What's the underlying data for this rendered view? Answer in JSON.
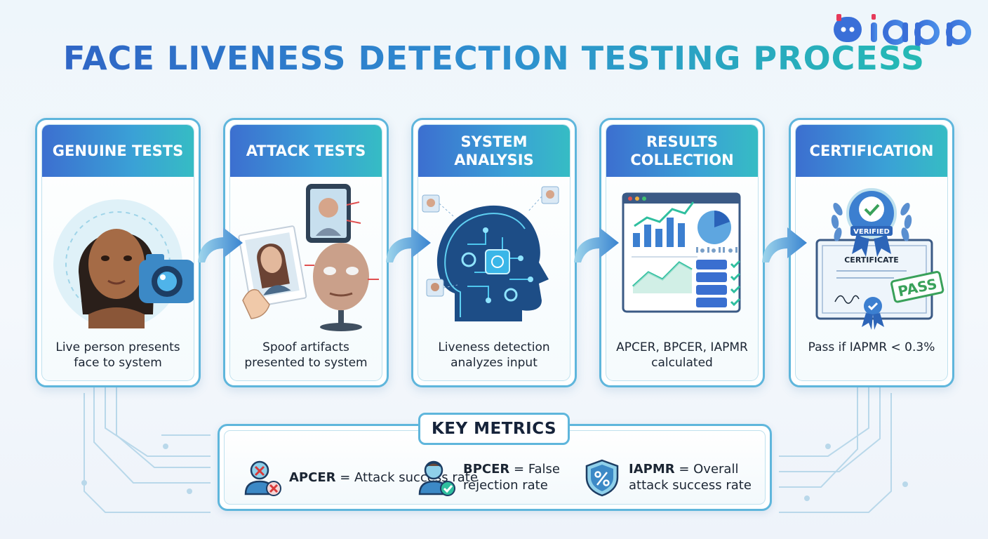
{
  "brand": {
    "logo_text": "iapp",
    "colors": {
      "primary": "#3a6fd8",
      "accent": "#2ab5b0",
      "pink": "#e63a5a"
    }
  },
  "title": "FACE LIVENESS DETECTION TESTING PROCESS",
  "steps": [
    {
      "title": "GENUINE TESTS",
      "desc": "Live person presents face to system",
      "icon": "face-camera-illustration"
    },
    {
      "title": "ATTACK TESTS",
      "desc": "Spoof artifacts presented to system",
      "icon": "spoof-artifacts-illustration"
    },
    {
      "title": "SYSTEM ANALYSIS",
      "desc": "Liveness detection analyzes input",
      "icon": "ai-head-illustration"
    },
    {
      "title": "RESULTS COLLECTION",
      "desc": "APCER, BPCER, IAPMR calculated",
      "icon": "dashboard-illustration"
    },
    {
      "title": "CERTIFICATION",
      "desc": "Pass if IAPMR < 0.3%",
      "icon": "certificate-illustration"
    }
  ],
  "artwork_text": {
    "badge": "VERIFIED",
    "certificate": "CERTIFICATE",
    "stamp": "PASS"
  },
  "metrics": {
    "title": "KEY METRICS",
    "items": [
      {
        "term": "APCER",
        "definition": "= Attack success rate",
        "icon": "user-x-icon"
      },
      {
        "term": "BPCER",
        "definition": "= False rejection rate",
        "icon": "user-check-icon"
      },
      {
        "term": "IAPMR",
        "definition": "= Overall attack success rate",
        "icon": "shield-percent-icon"
      }
    ]
  }
}
